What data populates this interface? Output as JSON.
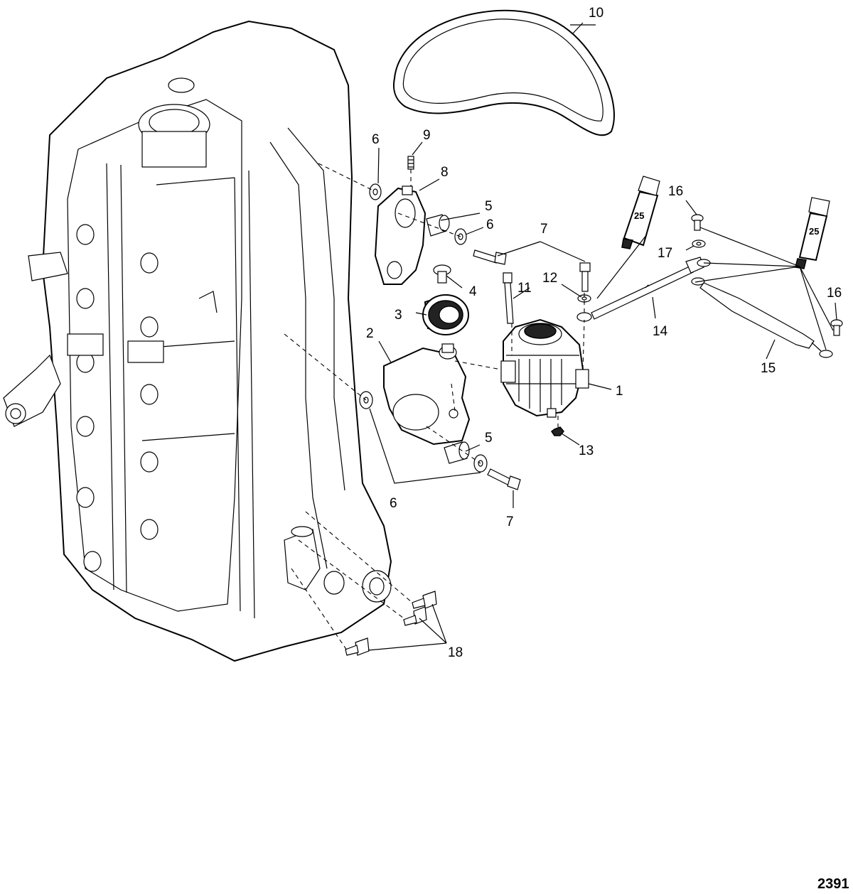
{
  "figure_id": "2391",
  "callouts": [
    {
      "id": "c1",
      "text": "1"
    },
    {
      "id": "c2",
      "text": "2"
    },
    {
      "id": "c3",
      "text": "3"
    },
    {
      "id": "c4",
      "text": "4"
    },
    {
      "id": "c5a",
      "text": "5"
    },
    {
      "id": "c5b",
      "text": "5"
    },
    {
      "id": "c6a",
      "text": "6"
    },
    {
      "id": "c6b",
      "text": "6"
    },
    {
      "id": "c6c",
      "text": "6"
    },
    {
      "id": "c7a",
      "text": "7"
    },
    {
      "id": "c7b",
      "text": "7"
    },
    {
      "id": "c8",
      "text": "8"
    },
    {
      "id": "c9",
      "text": "9"
    },
    {
      "id": "c10",
      "text": "10"
    },
    {
      "id": "c11",
      "text": "11"
    },
    {
      "id": "c12",
      "text": "12"
    },
    {
      "id": "c13",
      "text": "13"
    },
    {
      "id": "c14",
      "text": "14"
    },
    {
      "id": "c15",
      "text": "15"
    },
    {
      "id": "c16a",
      "text": "16"
    },
    {
      "id": "c16b",
      "text": "16"
    },
    {
      "id": "c17",
      "text": "17"
    },
    {
      "id": "c18",
      "text": "18"
    }
  ],
  "tube_labels": [
    "25",
    "25"
  ]
}
